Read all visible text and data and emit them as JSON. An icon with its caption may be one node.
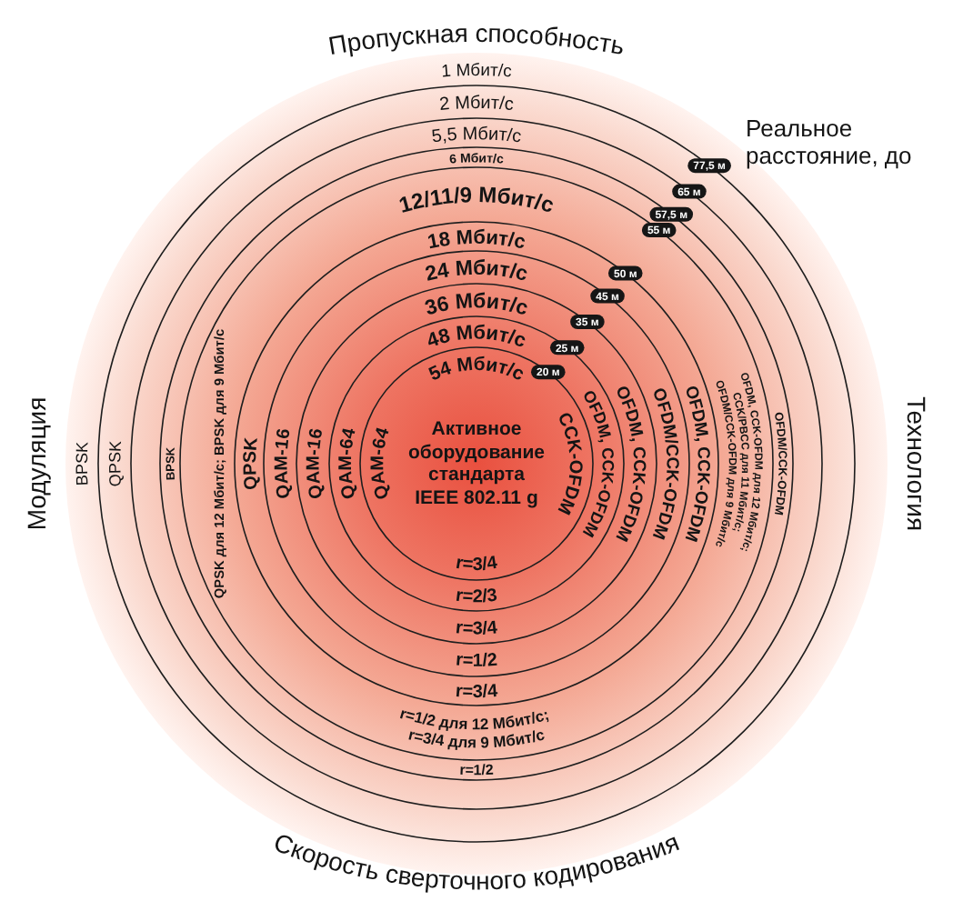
{
  "diagram": {
    "nodes": [
      {
        "text": [
          "2 Мбит/с",
          "QPSK"
        ]
      },
      {
        "text": [
          "5,5 Мбит/с"
        ],
        "in": 0
      },
      {
        "text": [
          "6 Мбит/с",
          "BPSK",
          "OFDM/CCK-OFDM",
          "r=1/2"
        ],
        "in": 1
      },
      {
        "text": [
          "12/11/9 Мбит/с",
          "QPSK для 12 Мбит/с; BPSK для 9 Мбит/с",
          "OFDM, CCK-OFDM для 12 Мбит/с; CCK/PBCC для 11 Мбит/с; OFDM/CCK-OFDM для 9 Мбит/с",
          "r=1/2 для 12 Мбит/с; r=3/4 для 9 Мбит/с"
        ],
        "in": 2
      },
      {
        "text": [
          "18 Мбит/с",
          "QPSK",
          "OFDM, CCK-OFDM",
          "r=3/4"
        ],
        "in": 3
      },
      {
        "text": [
          "24 Мбит/с",
          "QAM-16",
          "OFDM/CCK-OFDM",
          "r=1/2"
        ],
        "in": 4
      },
      {
        "text": [
          "36 Мбит/с",
          "QAM-16",
          "OFDM, CCK-OFDM",
          "r=3/4"
        ],
        "in": 5
      },
      {
        "text": [
          "48 Мбит/с",
          "QAM-64",
          "OFDM, CCK-OFDM",
          "r=2/3"
        ],
        "in": 6
      },
      {
        "text": [
          "54 Мбит/с",
          "QAM-64",
          "Активное оборудование стандарта IEEE 802.11 g",
          "CCK-OFDM",
          "r=3/4"
        ],
        "in": 7
      },
      {
        "text": [
          "77,5 м"
        ]
      },
      {
        "text": [
          "65 м"
        ],
        "in": 0
      },
      {
        "text": [
          "57,5 м"
        ],
        "in": 1
      },
      {
        "text": [
          "55 м"
        ],
        "in": 2
      },
      {
        "text": [
          "50 м"
        ],
        "in": 3
      },
      {
        "text": [
          "45 м"
        ],
        "in": 4
      },
      {
        "text": [
          "35 м"
        ],
        "in": 5
      },
      {
        "text": [
          "25 м"
        ],
        "in": 6
      },
      {
        "text": [
          "20 м"
        ],
        "in": 7
      }
    ],
    "labels": [
      "Пропускная способность",
      "1 Мбит/с",
      "Реальное расстояние, до",
      "Модуляция",
      "BPSK",
      "Технология",
      "Скорость сверточного кодирования"
    ]
  }
}
